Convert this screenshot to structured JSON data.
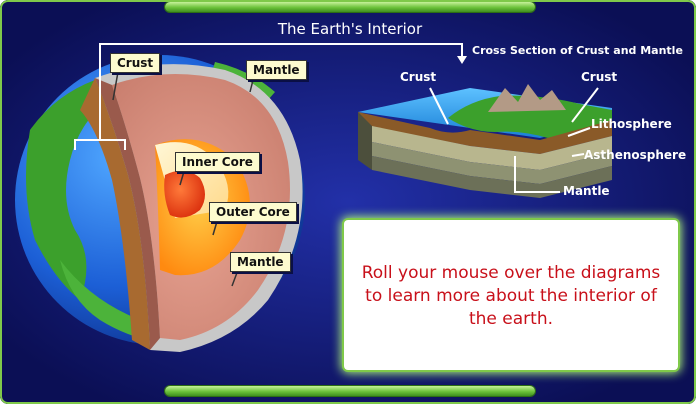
{
  "title": "The Earth's Interior",
  "cross_section_title": "Cross Section of Crust and Mantle",
  "earth_labels": {
    "crust": "Crust",
    "mantle_top": "Mantle",
    "inner_core": "Inner Core",
    "outer_core": "Outer Core",
    "mantle_bottom": "Mantle"
  },
  "cross_section_labels": {
    "crust_left": "Crust",
    "crust_right": "Crust",
    "lithosphere": "Lithosphere",
    "asthenosphere": "Asthenosphere",
    "mantle": "Mantle"
  },
  "instruction": "Roll your mouse over the diagrams to learn more about the interior of the earth.",
  "colors": {
    "background": "#10156b",
    "accent_green": "#6cc23a",
    "instruction_red": "#c8101a",
    "label_fill": "#fdfbcf"
  }
}
